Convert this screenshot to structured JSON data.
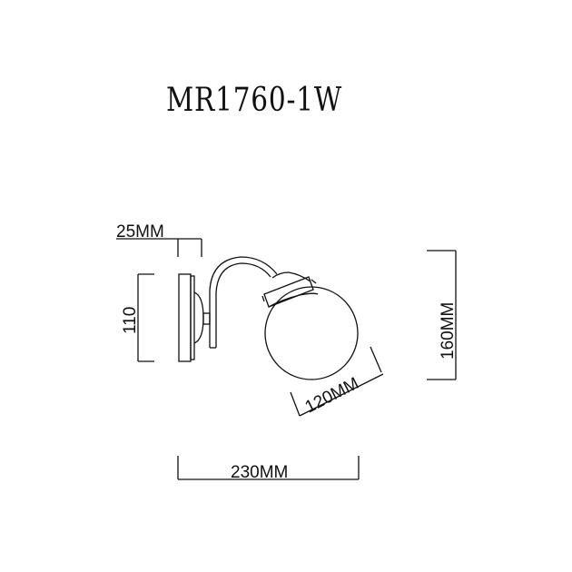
{
  "title": "MR1760-1W",
  "dimensions": {
    "depth_backplate": "25MM",
    "height_backplate": "110",
    "globe_diameter": "120MM",
    "total_height": "160MM",
    "total_width": "230MM"
  },
  "colors": {
    "line": "#111111",
    "background": "#ffffff"
  }
}
